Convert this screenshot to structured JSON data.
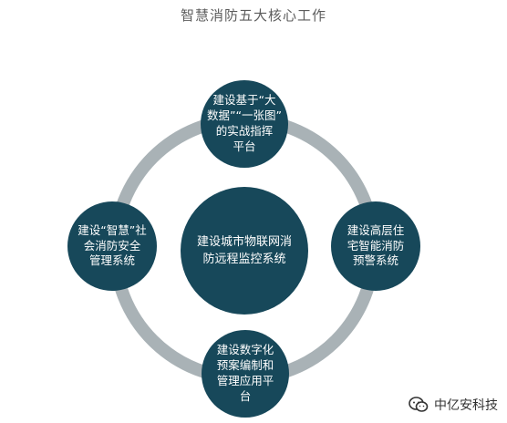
{
  "title": "智慧消防五大核心工作",
  "nodes": {
    "top": "建设基于“大\n数据”“一张图”\n的实战指挥\n平台",
    "left": "建设“智慧”社\n会消防安全\n管理系统",
    "right": "建设高层住\n宅智能消防\n预警系统",
    "bottom": "建设数字化\n预案编制和\n管理应用平\n台",
    "center": "建设城市物联网消\n防远程监控系统"
  },
  "watermark": {
    "text": "中亿安科技",
    "icon": "wechat-icon"
  },
  "colors": {
    "node": "#17485a",
    "ring": "#a9b2b6",
    "title": "#5c5c5c"
  }
}
